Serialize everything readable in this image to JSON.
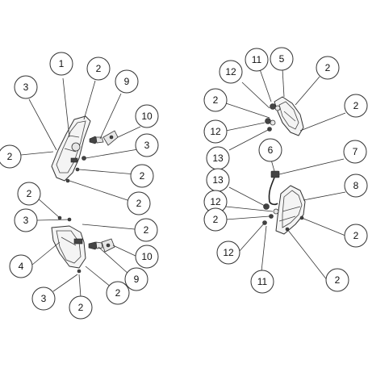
{
  "callouts": [
    {
      "label": "1"
    },
    {
      "label": "2"
    },
    {
      "label": "9"
    },
    {
      "label": "3"
    },
    {
      "label": "10"
    },
    {
      "label": "2"
    },
    {
      "label": "3"
    },
    {
      "label": "2"
    },
    {
      "label": "2"
    },
    {
      "label": "2"
    },
    {
      "label": "3"
    },
    {
      "label": "2"
    },
    {
      "label": "4"
    },
    {
      "label": "10"
    },
    {
      "label": "9"
    },
    {
      "label": "2"
    },
    {
      "label": "3"
    },
    {
      "label": "2"
    },
    {
      "label": "11"
    },
    {
      "label": "5"
    },
    {
      "label": "2"
    },
    {
      "label": "12"
    },
    {
      "label": "2"
    },
    {
      "label": "2"
    },
    {
      "label": "12"
    },
    {
      "label": "13"
    },
    {
      "label": "6"
    },
    {
      "label": "7"
    },
    {
      "label": "13"
    },
    {
      "label": "8"
    },
    {
      "label": "12"
    },
    {
      "label": "2"
    },
    {
      "label": "2"
    },
    {
      "label": "12"
    },
    {
      "label": "11"
    },
    {
      "label": "2"
    }
  ],
  "colors": {
    "stroke": "#333333",
    "fill": "#ffffff",
    "part_fill": "#f4f4f4"
  }
}
